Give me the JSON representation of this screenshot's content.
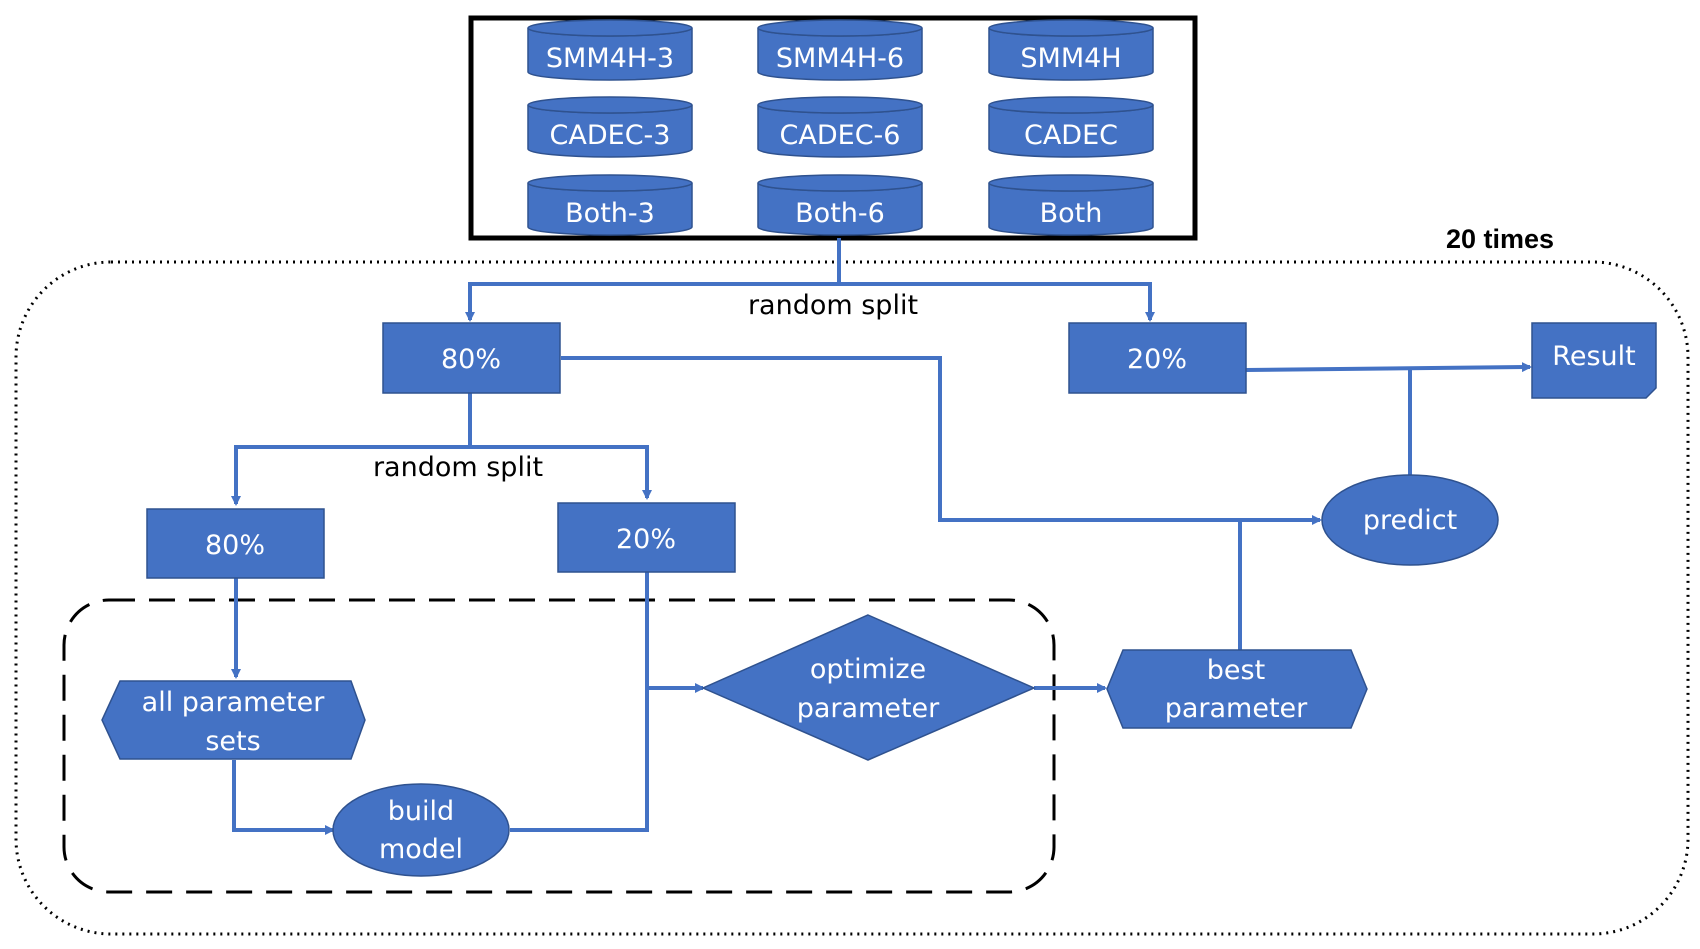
{
  "colors": {
    "shape_fill": "#4472C4",
    "shape_stroke": "#2F528F",
    "connector": "#4472C4",
    "frame": "#000000"
  },
  "datasets": [
    {
      "label": "SMM4H-3"
    },
    {
      "label": "SMM4H-6"
    },
    {
      "label": "SMM4H"
    },
    {
      "label": "CADEC-3"
    },
    {
      "label": "CADEC-6"
    },
    {
      "label": "CADEC"
    },
    {
      "label": "Both-3"
    },
    {
      "label": "Both-6"
    },
    {
      "label": "Both"
    }
  ],
  "loop_label": "20 times",
  "split_top": {
    "label": "random split",
    "train": "80%",
    "test": "20%"
  },
  "split_inner": {
    "label": "random split",
    "train": "80%",
    "validation": "20%"
  },
  "nodes": {
    "parameter_sets": [
      "all parameter",
      "sets"
    ],
    "build_model": [
      "build",
      "model"
    ],
    "optimize": [
      "optimize",
      "parameter"
    ],
    "best_param": [
      "best",
      "parameter"
    ],
    "predict": "predict",
    "result": "Result"
  }
}
